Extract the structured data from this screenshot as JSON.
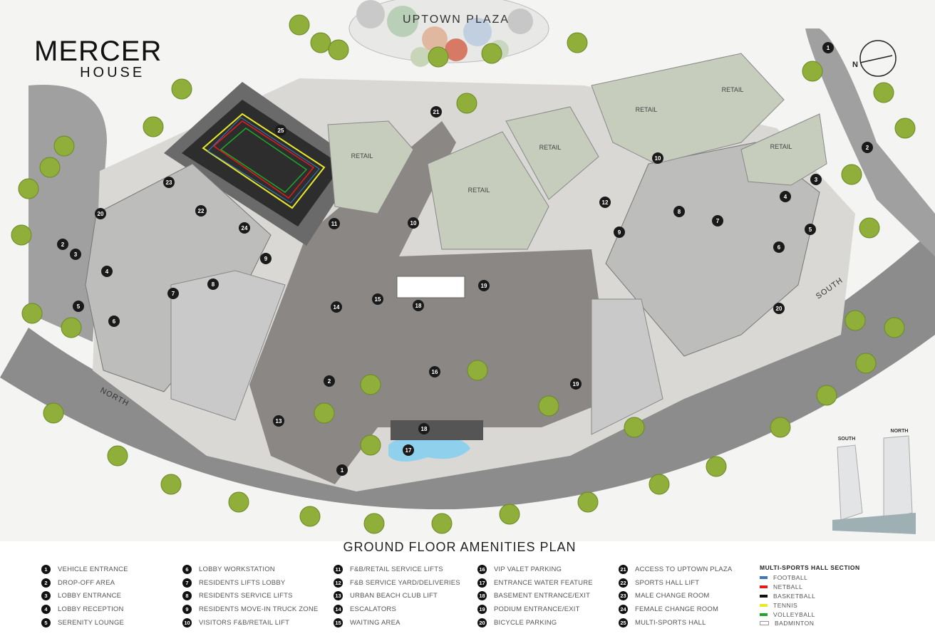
{
  "brand": {
    "line1": "MERCER",
    "line2": "HOUSE"
  },
  "map": {
    "plaza_label": "UPTOWN PLAZA",
    "retail_label": "RETAIL",
    "north_tower": "NORTH",
    "south_tower": "SOUTH",
    "compass": "N",
    "inset": {
      "south": "SOUTH",
      "north": "NORTH"
    },
    "markers": [
      "1",
      "1",
      "2",
      "2",
      "2",
      "3",
      "3",
      "4",
      "4",
      "5",
      "5",
      "6",
      "6",
      "7",
      "7",
      "8",
      "8",
      "9",
      "9",
      "10",
      "10",
      "11",
      "12",
      "13",
      "14",
      "15",
      "16",
      "17",
      "18",
      "18",
      "19",
      "19",
      "20",
      "20",
      "21",
      "22",
      "23",
      "24",
      "25"
    ]
  },
  "plan_title": "GROUND FLOOR AMENITIES PLAN",
  "legend": [
    {
      "n": "1",
      "label": "VEHICLE ENTRANCE"
    },
    {
      "n": "2",
      "label": "DROP-OFF AREA"
    },
    {
      "n": "3",
      "label": "LOBBY ENTRANCE"
    },
    {
      "n": "4",
      "label": "LOBBY RECEPTION"
    },
    {
      "n": "5",
      "label": "SERENITY LOUNGE"
    },
    {
      "n": "6",
      "label": "LOBBY WORKSTATION"
    },
    {
      "n": "7",
      "label": "RESIDENTS LIFTS LOBBY"
    },
    {
      "n": "8",
      "label": "RESIDENTS SERVICE LIFTS"
    },
    {
      "n": "9",
      "label": "RESIDENTS MOVE-IN TRUCK ZONE"
    },
    {
      "n": "10",
      "label": "VISITORS F&B/RETAIL LIFT"
    },
    {
      "n": "11",
      "label": "F&B/RETAIL SERVICE LIFTS"
    },
    {
      "n": "12",
      "label": "F&B SERVICE YARD/DELIVERIES"
    },
    {
      "n": "13",
      "label": "URBAN BEACH CLUB LIFT"
    },
    {
      "n": "14",
      "label": "ESCALATORS"
    },
    {
      "n": "15",
      "label": "WAITING AREA"
    },
    {
      "n": "16",
      "label": "VIP VALET PARKING"
    },
    {
      "n": "17",
      "label": "ENTRANCE WATER FEATURE"
    },
    {
      "n": "18",
      "label": "BASEMENT ENTRANCE/EXIT"
    },
    {
      "n": "19",
      "label": "PODIUM ENTRANCE/EXIT"
    },
    {
      "n": "20",
      "label": "BICYCLE PARKING"
    },
    {
      "n": "21",
      "label": "ACCESS TO UPTOWN PLAZA"
    },
    {
      "n": "22",
      "label": "SPORTS HALL LIFT"
    },
    {
      "n": "23",
      "label": "MALE CHANGE ROOM"
    },
    {
      "n": "24",
      "label": "FEMALE CHANGE ROOM"
    },
    {
      "n": "25",
      "label": "MULTI-SPORTS HALL"
    }
  ],
  "sports_legend": {
    "title": "MULTI-SPORTS HALL SECTION",
    "items": [
      {
        "label": "FOOTBALL",
        "color": "#3a78c2"
      },
      {
        "label": "NETBALL",
        "color": "#e31b1b"
      },
      {
        "label": "BASKETBALL",
        "color": "#111111"
      },
      {
        "label": "TENNIS",
        "color": "#e6ea2a"
      },
      {
        "label": "VOLLEYBALL",
        "color": "#1fa52b"
      },
      {
        "label": "BADMINTON",
        "color": "#ffffff"
      }
    ]
  }
}
